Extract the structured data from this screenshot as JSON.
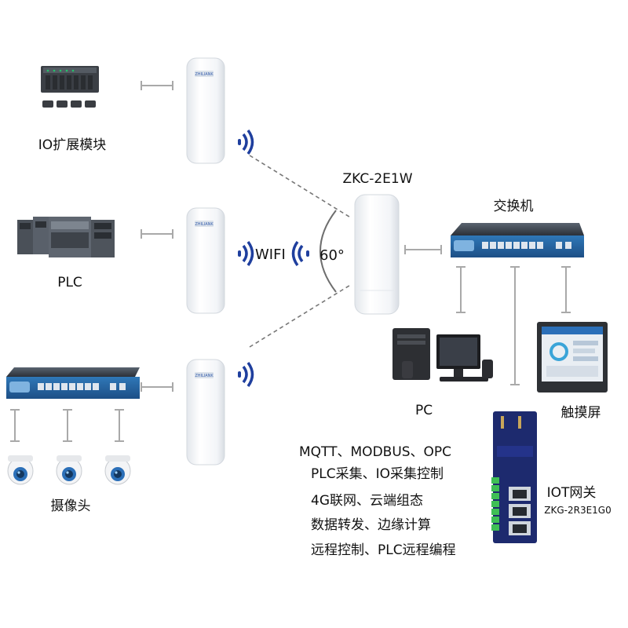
{
  "labels": {
    "io_module": "IO扩展模块",
    "plc": "PLC",
    "camera": "摄像头",
    "center_device": "ZKC-2E1W",
    "wifi": "WIFI",
    "angle": "60°",
    "switch": "交换机",
    "pc": "PC",
    "touchscreen": "触摸屏",
    "iot_gateway": "IOT网关",
    "gateway_model": "ZKG-2R3E1G0",
    "cpe_brand": "ZHILIANK"
  },
  "features": [
    "MQTT、MODBUS、OPC",
    "PLC采集、IO采集控制",
    "4G联网、云端组态",
    "数据转发、边缘计算",
    "远程控制、PLC远程编程"
  ],
  "colors": {
    "signal_blue": "#1f3f9e",
    "switch_blue": "#2a6aa8",
    "gateway_navy": "#1d2a6e",
    "terminal_green": "#3fbf55"
  }
}
